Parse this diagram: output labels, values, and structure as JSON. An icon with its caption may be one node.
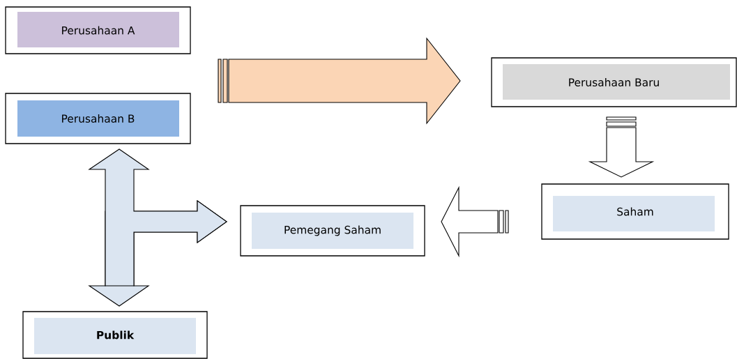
{
  "diagram": {
    "nodes": [
      {
        "text": [
          "Perusahaan A"
        ]
      },
      {
        "text": [
          "Perusahaan B"
        ]
      },
      {
        "text": [
          "Perusahaan Baru"
        ]
      },
      {
        "text": [
          "Saham"
        ]
      },
      {
        "text": [
          "Pemegang Saham"
        ]
      },
      {
        "text": [
          "Publik"
        ]
      }
    ],
    "edges": [
      {
        "from": 0,
        "to": 2,
        "arrow": "to",
        "color": "#fbd5b5"
      },
      {
        "from": 1,
        "to": 2,
        "arrow": "to",
        "color": "#fbd5b5"
      },
      {
        "from": 2,
        "to": 3,
        "arrow": "to"
      },
      {
        "from": 3,
        "to": 4,
        "arrow": "to"
      },
      {
        "from": 1,
        "to": 4,
        "arrow": "both",
        "color": "#dbe5f1"
      },
      {
        "from": 5,
        "to": 4,
        "arrow": "both",
        "color": "#dbe5f1"
      }
    ]
  }
}
